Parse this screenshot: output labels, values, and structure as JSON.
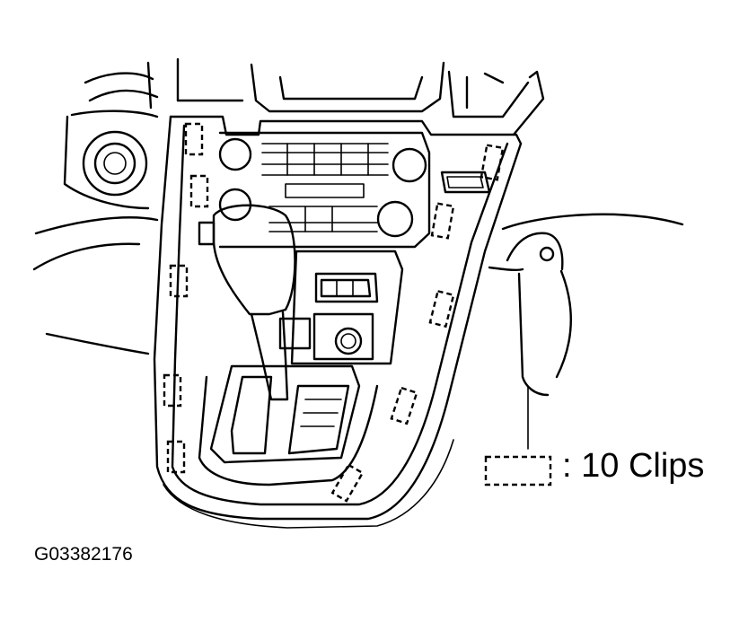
{
  "legend": {
    "label": ": 10 Clips",
    "symbol": "dashed-clip-rectangle"
  },
  "figure": {
    "id": "G03382176"
  },
  "clips": {
    "count": 10
  }
}
